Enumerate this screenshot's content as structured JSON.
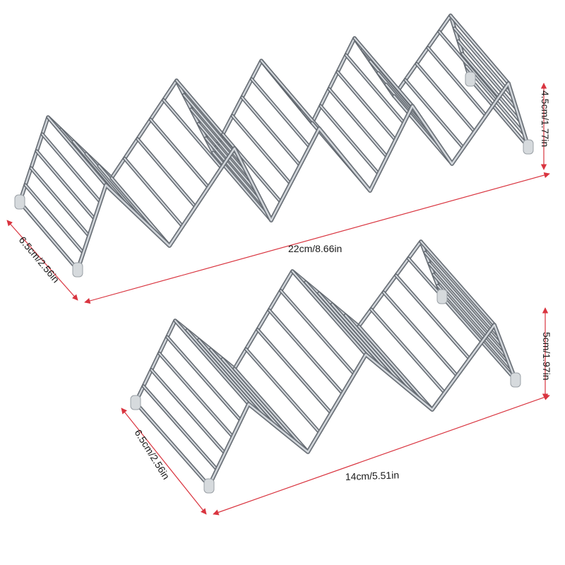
{
  "colors": {
    "dimension_line": "#d9343f",
    "wire_dark": "#5f656c",
    "wire_light": "#e8ebee",
    "wire_mid": "#a3a9b0",
    "foot": "#d6dadd",
    "text": "#1a1a1a"
  },
  "large_rack": {
    "length_label": "22cm/8.66in",
    "depth_label": "6.5cm/2.56in",
    "height_label": "4.5cm/1.77in",
    "slots": 4
  },
  "small_rack": {
    "length_label": "14cm/5.51in",
    "depth_label": "6.5cm/2.56in",
    "height_label": "5cm/1.97in",
    "slots": 2
  }
}
